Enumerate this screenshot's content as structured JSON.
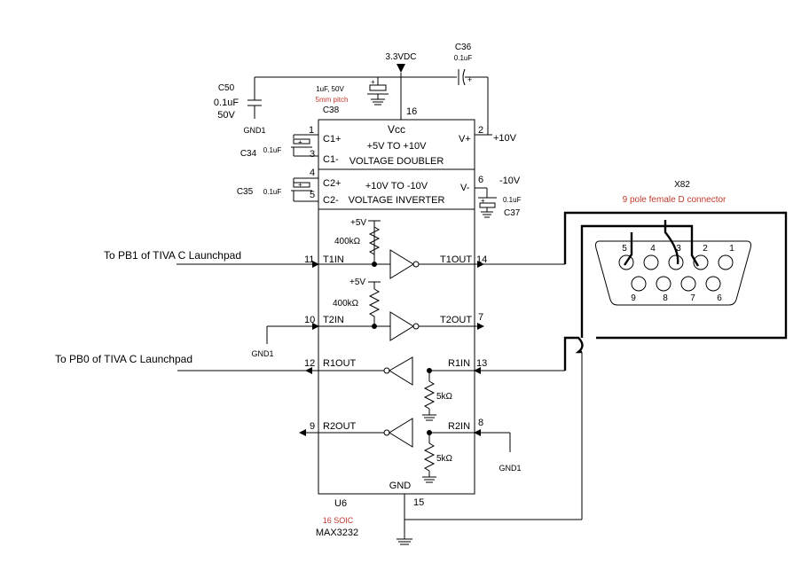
{
  "chip": {
    "ref": "U6",
    "package": "16 SOIC",
    "part": "MAX3232",
    "vcc": "Vcc",
    "gnd": "GND",
    "doubler": [
      "+5V TO +10V",
      "VOLTAGE DOUBLER"
    ],
    "inverter": [
      "+10V TO -10V",
      "VOLTAGE INVERTER"
    ],
    "pins": {
      "c1p": "C1+",
      "c1m": "C1-",
      "c2p": "C2+",
      "c2m": "C2-",
      "vp": "V+",
      "vm": "V-",
      "t1in": "T1IN",
      "t2in": "T2IN",
      "r1out": "R1OUT",
      "r2out": "R2OUT",
      "t1out": "T1OUT",
      "t2out": "T2OUT",
      "r1in": "R1IN",
      "r2in": "R2IN"
    },
    "numbers": {
      "p1": "1",
      "p3": "3",
      "p4": "4",
      "p5": "5",
      "p2": "2",
      "p6": "6",
      "p16": "16",
      "p11": "11",
      "p10": "10",
      "p12": "12",
      "p9": "9",
      "p14": "14",
      "p7": "7",
      "p13": "13",
      "p8": "8",
      "p15": "15"
    }
  },
  "supply": {
    "label": "3.3VDC",
    "vplus": "+10V",
    "vminus": "-10V"
  },
  "internal": {
    "plus5a": "+5V",
    "r400a": "400kΩ",
    "plus5b": "+5V",
    "r400b": "400kΩ",
    "r5ka": "5kΩ",
    "r5kb": "5kΩ"
  },
  "caps": {
    "c50": [
      "C50",
      "0.1uF",
      "50V"
    ],
    "c38": [
      "1uF, 50V",
      "5mm pitch",
      "C38"
    ],
    "c36": [
      "C36",
      "0.1uF"
    ],
    "c34": [
      "C34",
      "0.1uF"
    ],
    "c35": [
      "C35",
      "0.1uF"
    ],
    "c37": [
      "0.1uF",
      "C37"
    ]
  },
  "gnd": {
    "g1": "GND1",
    "g2": "GND1",
    "g3": "GND1"
  },
  "connector": {
    "ref": "X82",
    "name": "9 pole female D connector",
    "pins_top": [
      "5",
      "4",
      "3",
      "2",
      "1"
    ],
    "pins_bottom": [
      "9",
      "8",
      "7",
      "6"
    ]
  },
  "notes": {
    "pb1": "To PB1 of TIVA C Launchpad",
    "pb0": "To PB0 of TIVA C Launchpad"
  },
  "colors": {
    "accent": "#c0392b"
  }
}
